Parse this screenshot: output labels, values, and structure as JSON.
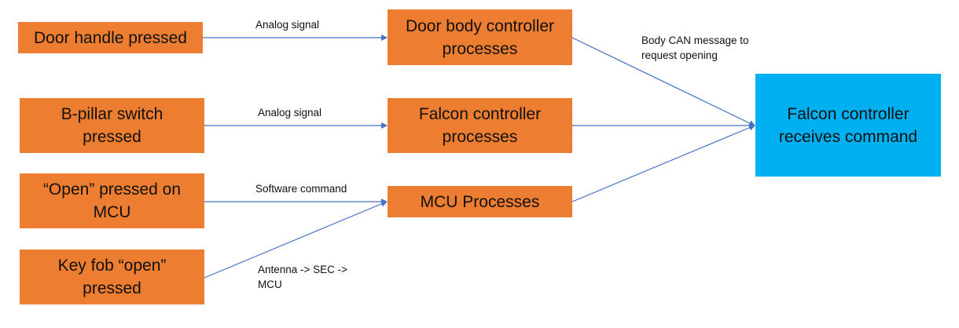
{
  "colors": {
    "source_box": "#ED7D31",
    "process_box": "#ED7D31",
    "target_box": "#00B0F0",
    "arrow": "#4472C4"
  },
  "nodes": {
    "door_handle": {
      "label": "Door handle pressed"
    },
    "b_pillar": {
      "label": "B-pillar switch pressed"
    },
    "open_mcu": {
      "label": "“Open” pressed on MCU"
    },
    "key_fob": {
      "label": "Key fob “open” pressed"
    },
    "door_body_controller": {
      "label": "Door body controller processes"
    },
    "falcon_processes": {
      "label": "Falcon controller processes"
    },
    "mcu_processes": {
      "label": "MCU Processes"
    },
    "falcon_receives": {
      "label": "Falcon controller receives command"
    }
  },
  "edges": [
    {
      "from": "door_handle",
      "to": "door_body_controller",
      "label": "Analog signal"
    },
    {
      "from": "b_pillar",
      "to": "falcon_processes",
      "label": "Analog signal"
    },
    {
      "from": "open_mcu",
      "to": "mcu_processes",
      "label": "Software command"
    },
    {
      "from": "key_fob",
      "to": "mcu_processes",
      "label": "Antenna -> SEC -> MCU"
    },
    {
      "from": "door_body_controller",
      "to": "falcon_receives",
      "label": "Body CAN message to request opening"
    },
    {
      "from": "falcon_processes",
      "to": "falcon_receives",
      "label": ""
    },
    {
      "from": "mcu_processes",
      "to": "falcon_receives",
      "label": ""
    }
  ]
}
